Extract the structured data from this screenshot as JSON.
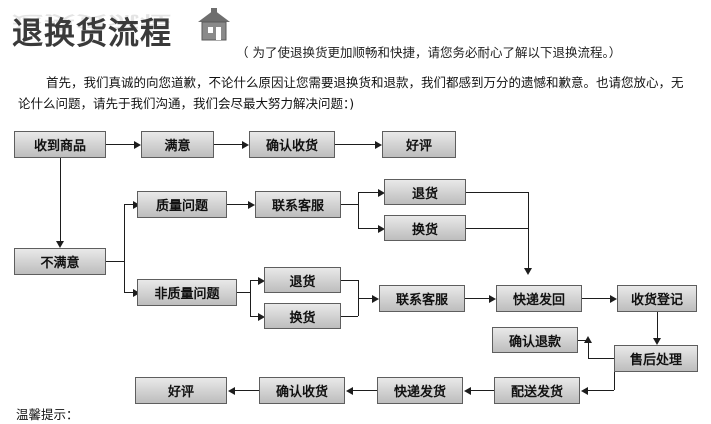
{
  "header": {
    "title": "退换货流程",
    "icon": "house-icon",
    "subtitle": "（ 为了使退换货更加顺畅和快捷，请您务必耐心了解以下退换流程。）",
    "paragraph": "首先，我们真诚的向您道歉，不论什么原因让您需要退换货和退款，我们都感到万分的遗憾和歉意。也请您放心，无论什么问题，请先于我们沟通，我们会尽最大努力解决问题：)"
  },
  "flow": {
    "nodes": [
      {
        "id": "received",
        "label": "收到商品"
      },
      {
        "id": "satisfied",
        "label": "满意"
      },
      {
        "id": "confirm1",
        "label": "确认收货"
      },
      {
        "id": "goodreview1",
        "label": "好评"
      },
      {
        "id": "unsatisfied",
        "label": "不满意"
      },
      {
        "id": "quality",
        "label": "质量问题"
      },
      {
        "id": "contact1",
        "label": "联系客服"
      },
      {
        "id": "return1",
        "label": "退货"
      },
      {
        "id": "exchange1",
        "label": "换货"
      },
      {
        "id": "nonquality",
        "label": "非质量问题"
      },
      {
        "id": "return2",
        "label": "退货"
      },
      {
        "id": "exchange2",
        "label": "换货"
      },
      {
        "id": "contact2",
        "label": "联系客服"
      },
      {
        "id": "shipback",
        "label": "快递发回"
      },
      {
        "id": "register",
        "label": "收货登记"
      },
      {
        "id": "aftersale",
        "label": "售后处理"
      },
      {
        "id": "confirmrefund",
        "label": "确认退款"
      },
      {
        "id": "dispatch",
        "label": "配送发货"
      },
      {
        "id": "shipout",
        "label": "快递发货"
      },
      {
        "id": "confirm2",
        "label": "确认收货"
      },
      {
        "id": "goodreview2",
        "label": "好评"
      }
    ]
  },
  "footer": {
    "note": "温馨提示："
  },
  "colors": {
    "box_border": "#5e5e5e",
    "box_fill_top": "#e9e9e9",
    "box_fill_bottom": "#bdbdbd",
    "line": "#1d1d1d",
    "title": "#3a3a3a"
  }
}
